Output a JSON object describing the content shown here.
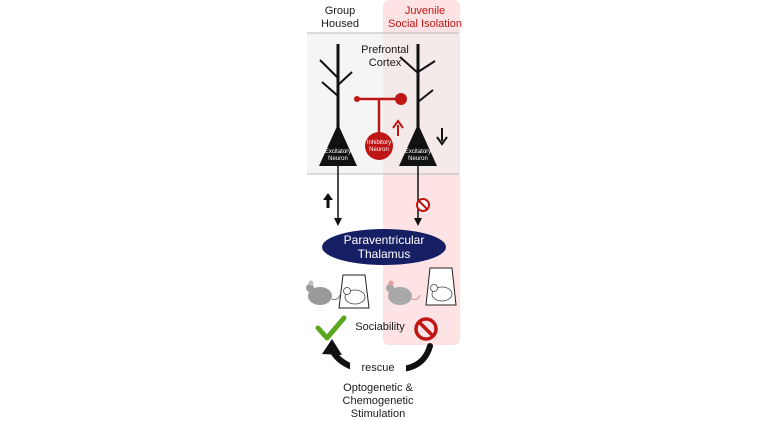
{
  "columns": {
    "left": "Group\nHoused",
    "right": "Juvenile\nSocial Isolation"
  },
  "regions": {
    "cortex": "Prefrontal\nCortex",
    "thalamus": "Paraventricular\nThalamus"
  },
  "neurons": {
    "excitatory_left": "Excitatory\nNeuron",
    "excitatory_right": "Excitatory\nNeuron",
    "inhibitory": "Inhibitory\nNeuron"
  },
  "outcome": {
    "behavior": "Sociability",
    "rescue": "rescue",
    "method": "Optogenetic &\nChemogenetic\nStimulation"
  },
  "colors": {
    "accent_red": "#c01515",
    "isolation_bg": "#fde3e3",
    "cortex_bg": "#eeeeee",
    "thalamus_fill": "#161e64",
    "check_green": "#5aa81e"
  }
}
